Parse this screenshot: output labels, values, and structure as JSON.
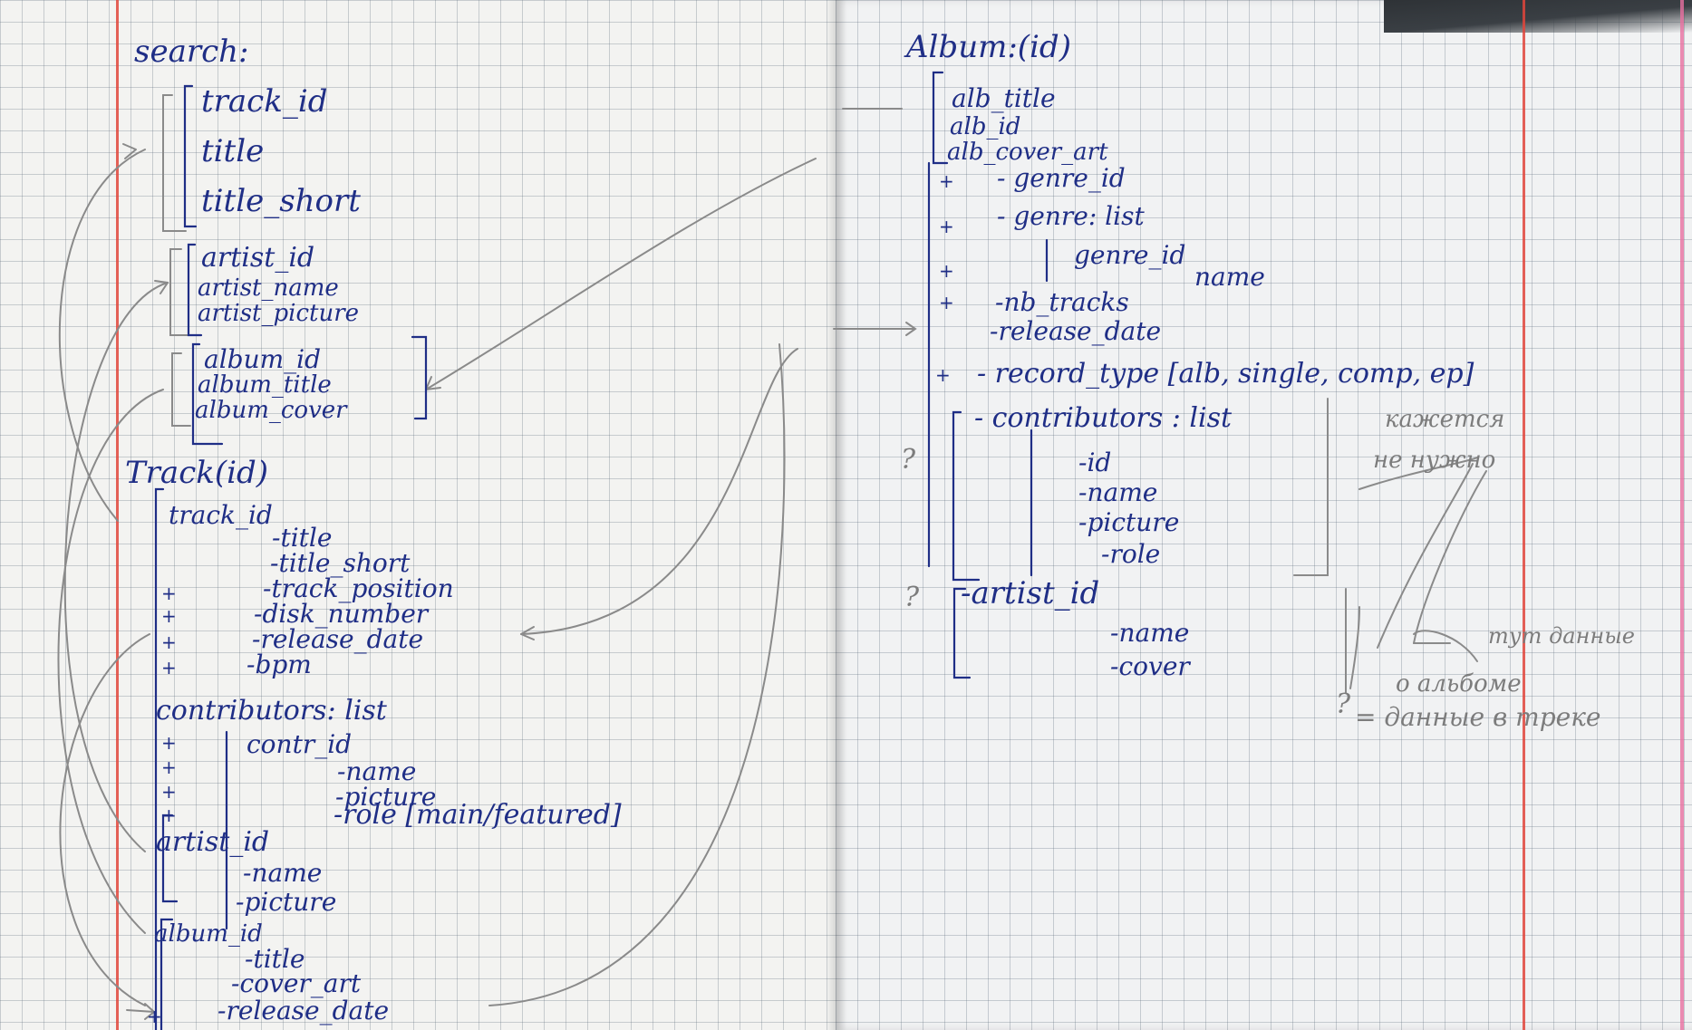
{
  "left_page": {
    "search": {
      "heading": "search:",
      "track_group": [
        "track_id",
        "title",
        "title_short"
      ],
      "artist_group": [
        "artist_id",
        "artist_name",
        "artist_picture"
      ],
      "album_group": [
        "album_id",
        "album_title",
        "album_cover"
      ]
    },
    "track": {
      "heading": "Track(id)",
      "fields": [
        "track_id",
        "-title",
        "-title_short",
        "-track_position",
        "-disk_number",
        "-release_date",
        "-bpm"
      ],
      "contributors": {
        "heading": "contributors: list",
        "fields": [
          "contr_id",
          "-name",
          "-picture",
          "-role [main/featured]"
        ]
      },
      "artist": [
        "artist_id",
        "-name",
        "-picture"
      ],
      "album": [
        "album_id",
        "-title",
        "-cover_art",
        "-release_date"
      ]
    },
    "plus_mark": "+"
  },
  "right_page": {
    "album": {
      "heading": "Album:(id)",
      "fields": [
        "alb_title",
        "alb_id",
        "alb_cover_art"
      ],
      "genre_id": "- genre_id",
      "genre_list": "- genre: list",
      "genre_sub": [
        "genre_id",
        "name"
      ],
      "nb_tracks": "-nb_tracks",
      "release_date": "-release_date",
      "record_type": "- record_type [alb, single, comp, ep]",
      "contributors": {
        "heading": "- contributors : list",
        "fields": [
          "-id",
          "-name",
          "-picture",
          "-role"
        ]
      },
      "artist": [
        "-artist_id",
        "-name",
        "-cover"
      ]
    },
    "pencil_notes": {
      "note1_line1": "кажется",
      "note1_line2": "не нужно",
      "note2_line1": "тут данные",
      "note2_line2": "о альбоме",
      "note2_line3": "= данные в треке"
    },
    "question_mark": "?"
  },
  "colors": {
    "ink": "#1f2e86",
    "pencil": "#7c7c7c",
    "margin_red": "#e0453b",
    "margin_pink": "#e86fa0",
    "paper": "#f3f3f1"
  }
}
